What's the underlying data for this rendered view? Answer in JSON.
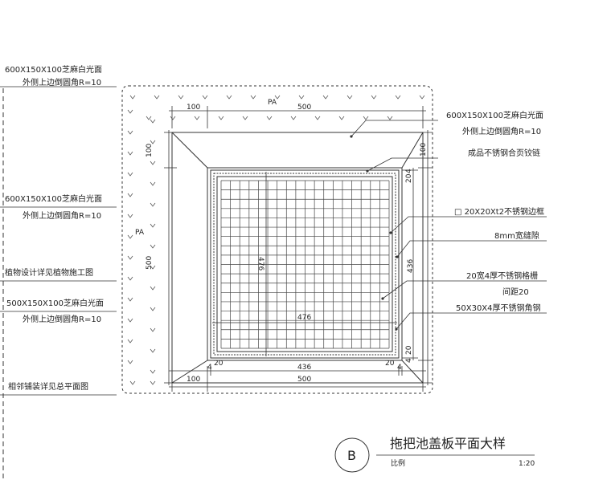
{
  "left_notes": [
    {
      "line1": "600X150X100芝麻白光面",
      "line2": "外侧上边倒圆角R=10"
    },
    {
      "line1": "600X150X100芝麻白光面",
      "line2": "外侧上边倒圆角R=10"
    },
    {
      "line1": "植物设计详见植物施工图",
      "line2": ""
    },
    {
      "line1": "500X150X100芝麻白光面",
      "line2": "外侧上边倒圆角R=10"
    },
    {
      "line1": "相邻铺装详见总平面图",
      "line2": ""
    }
  ],
  "right_notes": [
    {
      "line1": "600X150X100芝麻白光面",
      "line2": "外侧上边倒圆角R=10"
    },
    {
      "line1": "成品不锈钢合页铰链",
      "line2": ""
    },
    {
      "line1": "□ 20X20Xt2不锈钢边框",
      "line2": ""
    },
    {
      "line1": "8mm宽缝隙",
      "line2": ""
    },
    {
      "line1": "20宽4厚不锈钢格栅",
      "line2": "间距20"
    },
    {
      "line1": "50X30X4厚不锈钢角钢",
      "line2": ""
    }
  ],
  "dims": {
    "pa_top": "PA",
    "pa_left": "PA",
    "top_100": "100",
    "top_500": "500",
    "left_100": "100",
    "left_500": "500",
    "inner_476_v": "476",
    "inner_476_h": "476",
    "right_100": "100",
    "right_20a": "20",
    "right_4a": "4",
    "right_436": "436",
    "right_20b": "20",
    "right_4b": "4",
    "bottom_4a": "4",
    "bottom_20a": "20",
    "bottom_436": "436",
    "bottom_20b": "20",
    "bottom_4b": "4",
    "bottom_100": "100",
    "bottom_500": "500"
  },
  "title_block": {
    "symbol": "B",
    "title": "拖把池盖板平面大样",
    "scale_label": "比例",
    "scale_value": "1:20"
  }
}
